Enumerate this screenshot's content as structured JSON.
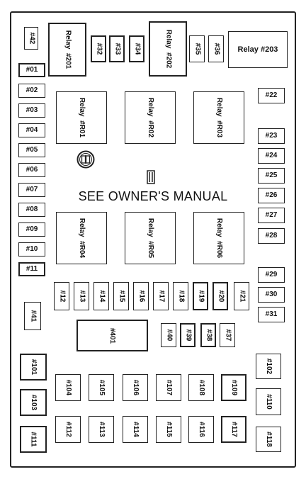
{
  "manual_text": "SEE OWNER'S MANUAL",
  "relays_top": [
    {
      "id": "r201",
      "top": "Relay",
      "bottom": "#201"
    },
    {
      "id": "r202",
      "top": "Relay",
      "bottom": "#202"
    },
    {
      "id": "r203",
      "label": "Relay  #203"
    }
  ],
  "relays_mid": [
    {
      "top": "Relay",
      "bottom": "#R01"
    },
    {
      "top": "Relay",
      "bottom": "#R02"
    },
    {
      "top": "Relay",
      "bottom": "#R03"
    },
    {
      "top": "Relay",
      "bottom": "#R04"
    },
    {
      "top": "Relay",
      "bottom": "#R05"
    },
    {
      "top": "Relay",
      "bottom": "#R06"
    }
  ],
  "fuses": {
    "f42": "#42",
    "f32": "#32",
    "f33": "#33",
    "f34": "#34",
    "f35": "#35",
    "f36": "#36",
    "f01": "#01",
    "f02": "#02",
    "f03": "#03",
    "f04": "#04",
    "f05": "#05",
    "f06": "#06",
    "f07": "#07",
    "f08": "#08",
    "f09": "#09",
    "f10": "#10",
    "f11": "#11",
    "f22": "#22",
    "f23": "#23",
    "f24": "#24",
    "f25": "#25",
    "f26": "#26",
    "f27": "#27",
    "f28": "#28",
    "f29": "#29",
    "f30": "#30",
    "f31": "#31",
    "f12": "#12",
    "f13": "#13",
    "f14": "#14",
    "f15": "#15",
    "f16": "#16",
    "f17": "#17",
    "f18": "#18",
    "f19": "#19",
    "f20": "#20",
    "f21": "#21",
    "f41": "#41",
    "f401": "#401",
    "f40": "#40",
    "f39": "#39",
    "f38": "#38",
    "f37": "#37",
    "f101": "#101",
    "f102": "#102",
    "f103": "#103",
    "f110": "#110",
    "f111": "#111",
    "f118": "#118",
    "f104": "#104",
    "f105": "#105",
    "f106": "#106",
    "f107": "#107",
    "f108": "#108",
    "f109": "#109",
    "f112": "#112",
    "f113": "#113",
    "f114": "#114",
    "f115": "#115",
    "f116": "#116",
    "f117": "#117"
  }
}
